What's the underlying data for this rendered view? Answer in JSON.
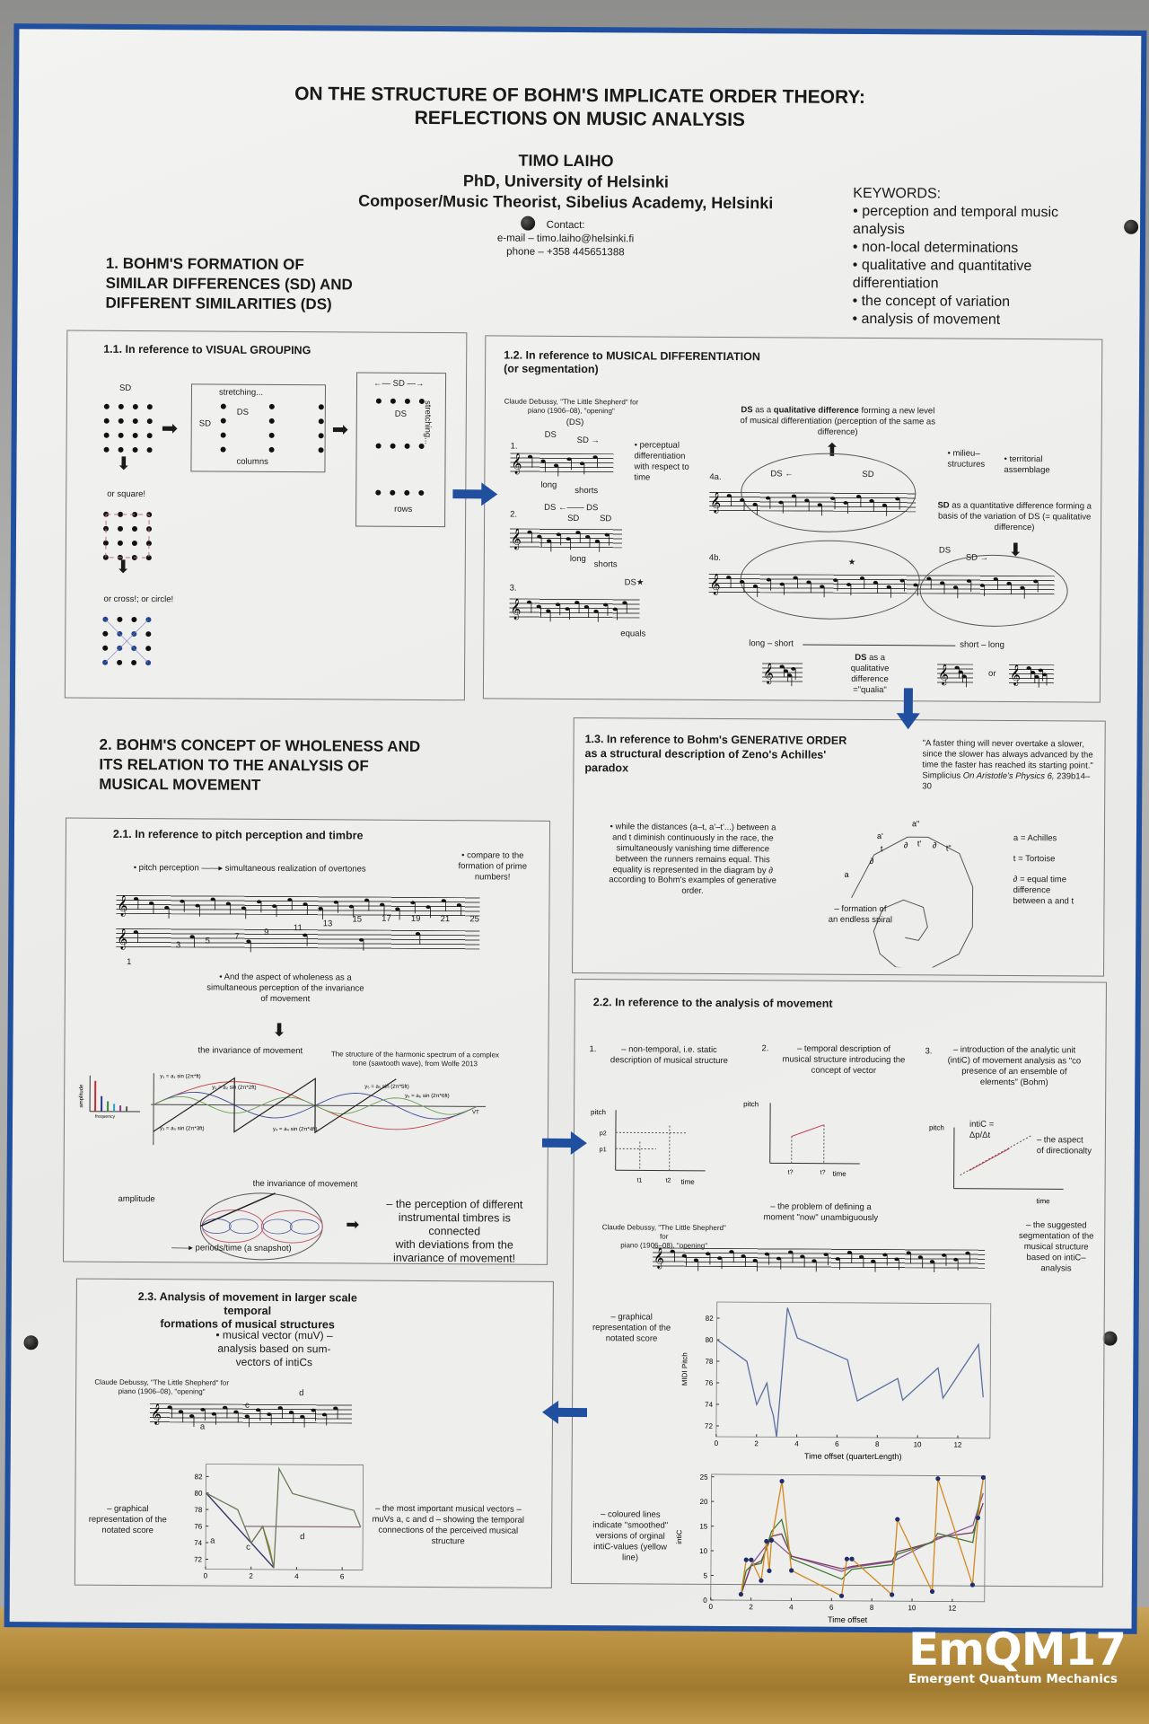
{
  "header": {
    "title_line1": "ON THE STRUCTURE OF BOHM'S IMPLICATE ORDER THEORY:",
    "title_line2": "REFLECTIONS ON MUSIC ANALYSIS",
    "author": "TIMO LAIHO",
    "affiliation1": "PhD, University of Helsinki",
    "affiliation2": "Composer/Music Theorist, Sibelius Academy, Helsinki",
    "contact_label": "Contact:",
    "email": "e-mail – timo.laiho@helsinki.fi",
    "phone": "phone – +358 445651388"
  },
  "keywords": {
    "title": "KEYWORDS:",
    "items": [
      "• perception and temporal music analysis",
      "• non-local determinations",
      "• qualitative and quantitative differentiation",
      "• the concept of variation",
      "• analysis of movement"
    ]
  },
  "section1": {
    "heading": "1. BOHM'S FORMATION OF\nSIMILAR DIFFERENCES (SD) AND\nDIFFERENT SIMILARITIES (DS)",
    "s11": {
      "heading": "1.1. In reference to VISUAL GROUPING",
      "sd": "SD",
      "stretching": "stretching...",
      "ds": "DS",
      "columns": "columns",
      "sd_arrow": "←— SD —→",
      "stretching_v": "stretching...",
      "rows": "rows",
      "or_square": "or square!",
      "or_cross": "or cross!; or  circle!"
    },
    "s12": {
      "heading": "1.2. In reference to MUSICAL DIFFERENTIATION\n(or segmentation)",
      "caption": "Claude Debussy, \"The Little Shepherd\" for\npiano (1906–08), \"opening\"",
      "ex1_num": "1.",
      "ex1_ds_paren": "(DS)",
      "ex1_ds": "DS",
      "ex1_sd": "SD →",
      "ex1_long": "long",
      "ex1_shorts": "shorts",
      "perceptual": "• perceptual\ndifferentiation\nwith respect to\ntime",
      "ex2_num": "2.",
      "ex2_ds": "DS ←—— DS",
      "ex2_sd1": "SD",
      "ex2_sd2": "SD",
      "ex2_long": "long",
      "ex2_shorts": "shorts",
      "ex3_num": "3.",
      "ex3_ds": "DS★",
      "ex3_equals": "equals",
      "ds_qual_bold": "DS",
      "ds_qual_mid": " as a ",
      "ds_qual_bold2": "qualitative difference",
      "ds_qual_rest": " forming a new level of musical differentiation (perception of the same as difference)",
      "ex4a": "4a.",
      "ex4a_ds": "DS ←",
      "ex4a_sd": "SD",
      "milieu": "• milieu–\nstructures",
      "territorial": "• territorial\nassemblage",
      "sd_quant_bold": "SD",
      "sd_quant_rest": " as a quantitative difference forming a basis of the variation of DS (= qualitative difference)",
      "ex4b": "4b.",
      "ex4b_ds": "DS",
      "ex4b_sd": "SD →",
      "star": "★",
      "long_short": "long – short",
      "short_long": "short – long",
      "qualia_bold": "DS",
      "qualia_rest": " as a\nqualitative\ndifference\n=\"qualia\"",
      "or": "or"
    },
    "s13": {
      "heading": "1.3. In reference to Bohm's GENERATIVE ORDER\nas a structural description of Zeno's Achilles'\nparadox",
      "quote": "\"A faster thing will never overtake a slower, since the slower has always advanced by the time the faster has reached its starting point.\" Simplicius ",
      "quote_italic": "On Aristotle's Physics 6,",
      "quote_ref": " 239b14–30",
      "text": "• while the distances (a–t, a'–t'...) between a and t diminish continuously in the race, the simultaneously vanishing time difference between the runners remains equal. This equality is represented in the diagram by ∂ according to Bohm's examples of generative order.",
      "spiral_labels": {
        "a": "a",
        "a1": "a'",
        "a2": "a\"",
        "t": "t",
        "t1": "t'",
        "t2": "t\"",
        "d1": "∂",
        "d2": "∂",
        "d3": "∂"
      },
      "formation": "– formation of\nan endless spiral",
      "legend": [
        "a = Achilles",
        "t = Tortoise",
        "∂ = equal time difference\nbetween a and t"
      ]
    }
  },
  "section2": {
    "heading": "2. BOHM'S CONCEPT OF WHOLENESS AND\nITS RELATION TO THE ANALYSIS OF\nMUSICAL MOVEMENT",
    "s21": {
      "heading": "2.1. In reference to pitch perception and timbre",
      "pitch": "• pitch perception ——▸ simultaneous realization of overtones",
      "compare": "• compare to the\nformation of prime\nnumbers!",
      "harmonics": [
        "1",
        "3",
        "5",
        "7",
        "9",
        "11",
        "13",
        "15",
        "17",
        "19",
        "21",
        "25"
      ],
      "wholeness": "• And the aspect of wholeness as a\nsimultaneous perception of the invariance\nof movement",
      "invariance1": "the invariance of movement",
      "structure": "The structure of the harmonic spectrum of a complex\ntone (sawtooth wave), from Wolfe 2013",
      "y1": "y₁ = a₁ sin (2π*ft)",
      "y2": "y₂ = a₂ sin (2π*2ft)",
      "y3": "y₃ = a₃ sin (2π*3ft)",
      "y4": "y₄ = a₄ sin (2π*4ft)",
      "y5": "y₅ = a₅ sin (2π*5ft)",
      "y6": "y₆ = a₆ sin (2π*6ft)",
      "vt": "VT",
      "amplitude_axis": "amplitude",
      "frequency_axis": "frequency",
      "invariance2": "the invariance of movement",
      "amplitude": "amplitude",
      "periods": "——▸ periods/time (a snapshot)",
      "timbres": "– the perception of different\ninstrumental timbres is\nconnected\nwith deviations from the\ninvariance of movement!"
    },
    "s22": {
      "heading": "2.2. In reference to the analysis of movement",
      "c1_num": "1.",
      "c1": "– non-temporal, i.e. static\ndescription of musical structure",
      "c2_num": "2.",
      "c2": "– temporal description of\nmusical structure introducing the\nconcept of vector",
      "c3_num": "3.",
      "c3": "– introduction of the analytic unit\n(intiC) of movement analysis as \"co\npresence of an ensemble of\nelements\" (Bohm)",
      "g1": {
        "pitch": "pitch",
        "p2": "p2",
        "p1": "p1",
        "t1": "t1",
        "t2": "t2",
        "time": "time"
      },
      "g2": {
        "pitch": "pitch",
        "t1": "t?",
        "t2": "t?",
        "time": "time"
      },
      "g3": {
        "pitch": "pitch",
        "formula": "intiC =\nΔp/Δt",
        "time": "time",
        "aspect": "– the aspect\nof directionalty"
      },
      "problem": "– the problem of defining a\nmoment \"now\" unambiguously",
      "caption": "Claude Debussy, \"The Little Shepherd\" for\npiano (1906–08), \"opening\"",
      "segmentation": "– the suggested\nsegmentation of the\nmusical structure\nbased on intiC–\nanalysis",
      "graphical": "– graphical\nrepresentation of the\nnotated score",
      "coloured": "– coloured lines\nindicate \"smoothed\"\nversions of orginal\nintiC-values (yellow\nline)"
    },
    "s23": {
      "heading": "2.3. Analysis of movement in larger scale temporal\nformations of musical structures",
      "muv": "• musical vector (muV) –\nanalysis based on sum-\nvectors of intiCs",
      "caption": "Claude Debussy, \"The Little Shepherd\" for\npiano (1906–08), \"opening\"",
      "lbl_a": "a",
      "lbl_c": "c",
      "lbl_d": "d",
      "graphical": "– graphical\nrepresentation of the\nnotated score",
      "important": "– the most important musical vectors –\nmuVs a, c and d – showing the temporal\nconnections of the perceived musical\nstructure"
    }
  },
  "logo": {
    "name": "EmQM17",
    "subtitle": "Emergent Quantum Mechanics"
  },
  "colors": {
    "poster_border": "#1f4f9e",
    "arrow_blue": "#1f4f9e",
    "intic_yellow": "#d4881e",
    "pitch_line": "#5a6fa0"
  },
  "chart_data": [
    {
      "id": "midi",
      "type": "line",
      "xlabel": "Time offset (quarterLength)",
      "ylabel": "MIDI Pitch",
      "xlim": [
        0,
        13.6
      ],
      "ylim": [
        71,
        83.5
      ],
      "xticks": [
        0,
        2,
        4,
        6,
        8,
        10,
        12
      ],
      "yticks": [
        72,
        74,
        76,
        78,
        80,
        82
      ],
      "series": [
        {
          "name": "pitch",
          "color": "#5a6fa0",
          "points": [
            [
              0,
              80
            ],
            [
              1.5,
              78
            ],
            [
              2,
              74
            ],
            [
              2.5,
              76
            ],
            [
              2.67,
              74
            ],
            [
              2.83,
              73
            ],
            [
              3,
              71
            ],
            [
              3.5,
              83
            ],
            [
              4,
              80.2
            ],
            [
              6.5,
              78.2
            ],
            [
              6.75,
              76.2
            ],
            [
              7,
              74.4
            ],
            [
              9,
              76.5
            ],
            [
              9.25,
              74.5
            ],
            [
              11,
              77.5
            ],
            [
              11.25,
              74.7
            ],
            [
              13,
              79.7
            ],
            [
              13.25,
              74.8
            ]
          ]
        }
      ]
    },
    {
      "id": "intic",
      "type": "line",
      "xlabel": "Time offset",
      "ylabel": "intiC",
      "xlim": [
        0,
        13.6
      ],
      "ylim": [
        0,
        25.5
      ],
      "xticks": [
        0,
        2,
        4,
        6,
        8,
        10,
        12
      ],
      "yticks": [
        0,
        5,
        10,
        15,
        20,
        25
      ],
      "series": [
        {
          "name": "intiC",
          "color": "#d4881e",
          "markers": true,
          "points": [
            [
              1.5,
              1.2
            ],
            [
              1.75,
              8.2
            ],
            [
              2,
              8.2
            ],
            [
              2.5,
              4
            ],
            [
              2.75,
              12
            ],
            [
              2.9,
              6
            ],
            [
              3,
              12.2
            ],
            [
              3.5,
              24.2
            ],
            [
              4,
              6.1
            ],
            [
              6.5,
              1
            ],
            [
              6.75,
              8.5
            ],
            [
              7,
              8.5
            ],
            [
              9,
              1.3
            ],
            [
              9.25,
              16.6
            ],
            [
              11,
              2
            ],
            [
              11.25,
              24.9
            ],
            [
              13,
              3.4
            ],
            [
              13.25,
              17
            ],
            [
              13.5,
              25.2
            ]
          ]
        },
        {
          "name": "smoothed-1",
          "color": "#3f7a2f",
          "points": [
            [
              1.5,
              1.2
            ],
            [
              1.75,
              6
            ],
            [
              2,
              7
            ],
            [
              2.5,
              7.5
            ],
            [
              3,
              14
            ],
            [
              3.5,
              16.4
            ],
            [
              4,
              8.5
            ],
            [
              6.5,
              4.4
            ],
            [
              7,
              6.4
            ],
            [
              9,
              7.4
            ],
            [
              9.25,
              9.5
            ],
            [
              11,
              12
            ],
            [
              11.25,
              13.8
            ],
            [
              13,
              12
            ],
            [
              13.5,
              25
            ]
          ]
        },
        {
          "name": "smoothed-2",
          "color": "#7a3a5a",
          "points": [
            [
              1.5,
              1.2
            ],
            [
              2,
              7
            ],
            [
              2.5,
              8
            ],
            [
              3,
              13
            ],
            [
              3.5,
              13.5
            ],
            [
              4,
              9
            ],
            [
              6.5,
              6.5
            ],
            [
              7,
              7
            ],
            [
              9,
              8.2
            ],
            [
              9.25,
              10
            ],
            [
              11,
              12
            ],
            [
              11.25,
              13
            ],
            [
              13,
              14
            ],
            [
              13.5,
              20
            ]
          ]
        },
        {
          "name": "smoothed-3",
          "color": "#8a5a9a",
          "points": [
            [
              1.5,
              1.2
            ],
            [
              2,
              7.2
            ],
            [
              3,
              12.5
            ],
            [
              4,
              9
            ],
            [
              6.5,
              6
            ],
            [
              7,
              6.8
            ],
            [
              9,
              8
            ],
            [
              11,
              12.2
            ],
            [
              13,
              15.5
            ],
            [
              13.5,
              22
            ]
          ]
        }
      ]
    },
    {
      "id": "muv",
      "type": "line",
      "xlabel": "",
      "ylabel": "",
      "xlim": [
        0,
        6.9
      ],
      "ylim": [
        70.8,
        83.5
      ],
      "xticks": [
        0,
        2,
        4,
        6
      ],
      "yticks": [
        72,
        74,
        76,
        78,
        80,
        82
      ],
      "series": [
        {
          "name": "pitch",
          "color": "#6a7a5a",
          "points": [
            [
              0,
              80
            ],
            [
              1.4,
              78
            ],
            [
              2,
              74
            ],
            [
              2.5,
              76
            ],
            [
              2.7,
              74
            ],
            [
              3,
              71
            ],
            [
              3.2,
              83
            ],
            [
              3.8,
              80
            ],
            [
              6.5,
              78
            ],
            [
              6.8,
              76
            ]
          ]
        },
        {
          "name": "vector-a",
          "color": "#3a3a6a",
          "points": [
            [
              0,
              80
            ],
            [
              2,
              74
            ],
            [
              3,
              71
            ]
          ]
        },
        {
          "name": "vector-c",
          "color": "#5a4a7a",
          "points": [
            [
              0,
              80
            ],
            [
              3,
              71
            ]
          ]
        },
        {
          "name": "vector-d",
          "color": "#8a6a7a",
          "points": [
            [
              1.7,
              76
            ],
            [
              6.8,
              76
            ]
          ]
        },
        {
          "name": "vector-c2",
          "color": "#a08020",
          "points": [
            [
              2,
              74
            ],
            [
              2.5,
              76
            ],
            [
              2.8,
              73.5
            ],
            [
              3,
              71
            ]
          ]
        }
      ]
    }
  ]
}
